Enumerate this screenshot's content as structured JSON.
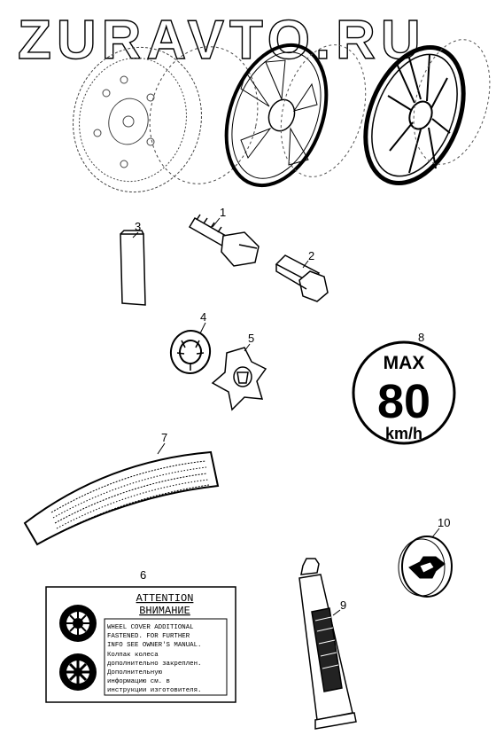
{
  "watermark": "ZURAVTO.RU",
  "callouts": [
    {
      "id": "1"
    },
    {
      "id": "2"
    },
    {
      "id": "3"
    },
    {
      "id": "4"
    },
    {
      "id": "5"
    },
    {
      "id": "6"
    },
    {
      "id": "7"
    },
    {
      "id": "8"
    },
    {
      "id": "9"
    },
    {
      "id": "10"
    }
  ],
  "speed_label": {
    "max": "MAX",
    "speed": "80",
    "unit": "km/h"
  },
  "attention_label": {
    "title_en": "ATTENTION",
    "title_ru": "ВНИМАНИЕ",
    "lines": [
      "WHEEL COVER ADDITIONAL",
      "FASTENED. FOR FURTHER",
      "INFO SEE OWNER'S MANUAL.",
      "Колпак колеса",
      "дополнительно закреплен.",
      "Дополнительную",
      "информацию см. в",
      "инструкции изготовителя."
    ]
  },
  "colors": {
    "ink": "#000000",
    "paper": "#ffffff",
    "sketch": "#555555"
  }
}
